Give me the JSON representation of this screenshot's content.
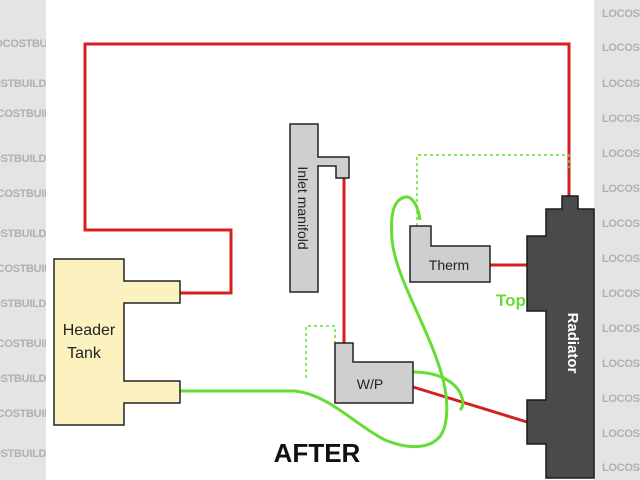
{
  "watermark": "LOCOSTBUILDERS.CO.UK",
  "labels": {
    "header_tank_line1": "Header",
    "header_tank_line2": "Tank",
    "inlet_manifold": "Inlet manifold",
    "therm": "Therm",
    "wp": "W/P",
    "radiator": "Radiator",
    "top": "Top",
    "after": "AFTER"
  },
  "colors": {
    "hose_red": "#d42020",
    "hose_green": "#66dd33",
    "component_grey": "#cfcfcf",
    "header_tank_fill": "#fbf2bf",
    "radiator_fill": "#4a4a4a",
    "watermark_strip": "#e4e4e4"
  }
}
